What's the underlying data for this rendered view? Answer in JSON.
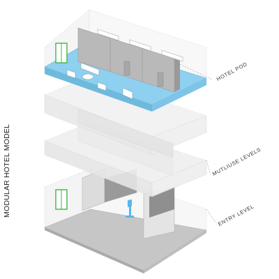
{
  "diagram": {
    "side_title": "MODULAR HOTEL MODEL",
    "labels": {
      "hotel_pod": "HOTEL POD",
      "multiuse_levels": "MUTLIUSE LEVELS",
      "entry_level": "ENTRY LEVEL"
    },
    "colors": {
      "pod_floor": "#8ed0ef",
      "ghost_face": "#ededed",
      "wall_gray": "#b9b9b9",
      "wall_dark": "#9a9a9a",
      "entry_floor": "#c6c6c6",
      "exit_sign": "#3fb54a",
      "kiosk": "#5ab7e6"
    },
    "icons": [
      "exit-door-icon",
      "kiosk-icon",
      "bed-icon",
      "sofa-icon"
    ]
  }
}
